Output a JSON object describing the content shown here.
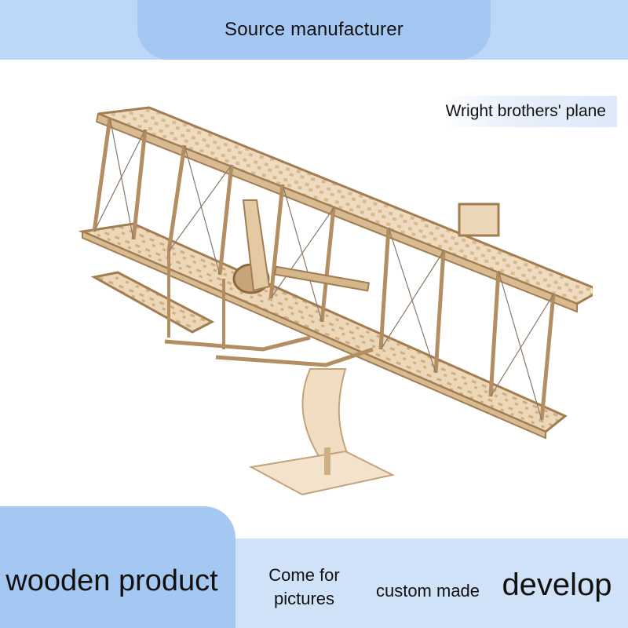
{
  "header": {
    "title": "Source manufacturer"
  },
  "tag": {
    "label": "Wright brothers' plane"
  },
  "product": {
    "image_icon": "wooden-biplane-model-icon"
  },
  "footer": {
    "items": [
      {
        "label": "wooden product"
      },
      {
        "label": "Come for pictures"
      },
      {
        "label": "custom made"
      },
      {
        "label": "develop"
      }
    ]
  },
  "colors": {
    "banner": "#bcd7f7",
    "tab": "#a5c8f3",
    "wood": "#e9d3b3",
    "wood_edge": "#b08a5e"
  }
}
